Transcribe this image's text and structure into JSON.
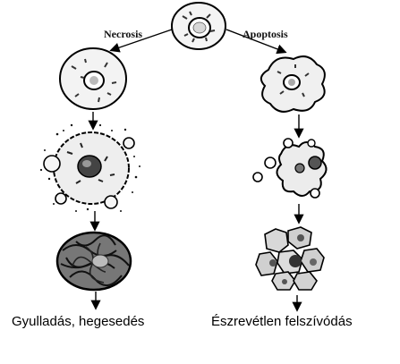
{
  "labels": {
    "necrosis": "Necrosis",
    "apoptosis": "Apoptosis",
    "necrosis_outcome": "Gyulladás, hegesedés",
    "apoptosis_outcome": "Észrevétlen felszívódás"
  }
}
